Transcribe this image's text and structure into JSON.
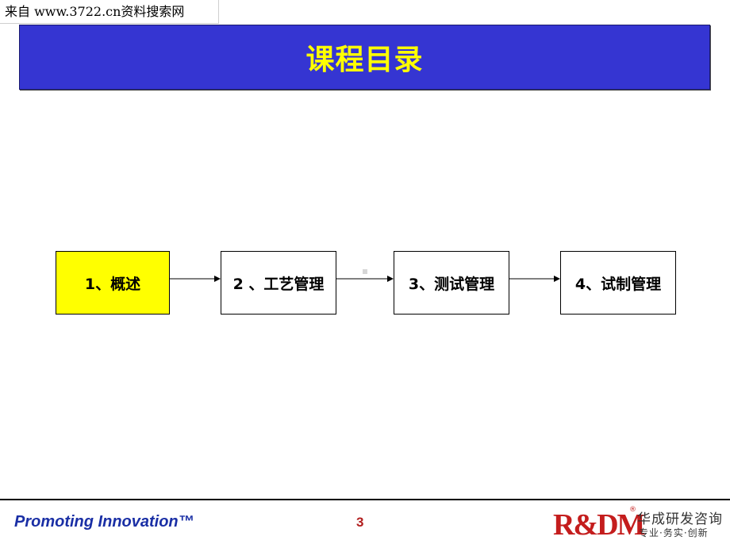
{
  "watermark": {
    "text": "来自 www.3722.cn资料搜索网"
  },
  "slide": {
    "title": "课程目录",
    "steps": [
      {
        "label": "1、概述",
        "highlighted": true
      },
      {
        "label": "2 、工艺管理",
        "highlighted": false
      },
      {
        "label": "3、测试管理",
        "highlighted": false
      },
      {
        "label": "4、试制管理",
        "highlighted": false
      }
    ]
  },
  "footer": {
    "slogan": "Promoting Innovation™",
    "page_number": "3",
    "logo": {
      "mark": "R&DM",
      "registered": "®",
      "company": "华成研发咨询",
      "motto": "专业·务实·创新"
    }
  },
  "colors": {
    "title_bar": "#3535d2",
    "title_text": "#ffff00",
    "active_step": "#ffff00",
    "slogan": "#1a2fa5",
    "page_number": "#b21e1e",
    "logo": "#c41d1d"
  }
}
